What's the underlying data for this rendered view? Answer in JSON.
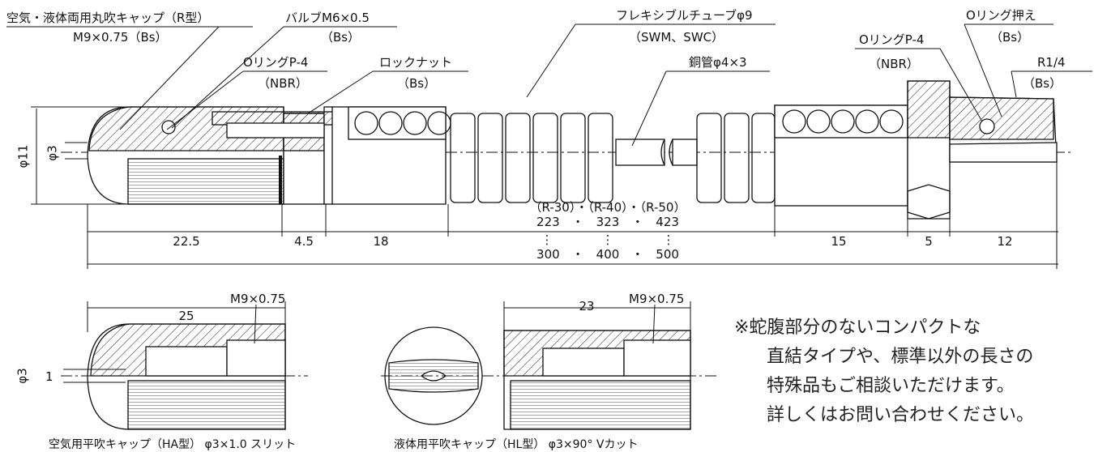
{
  "labels": {
    "air_liquid_cap": "空気・液体両用丸吹キャップ（R型）",
    "air_liquid_cap_spec": "M9×0.75（Bs）",
    "valve": "バルブM6×0.5",
    "valve_mat": "（Bs）",
    "oring_left": "OリングP-4",
    "oring_left_mat": "（NBR）",
    "locknut": "ロックナット",
    "locknut_mat": "（Bs）",
    "flex_tube": "フレキシブルチューブφ9",
    "flex_tube_mat": "（SWM、SWC）",
    "copper_pipe": "銅管φ4×3",
    "oring_right": "OリングP-4",
    "oring_right_mat": "（NBR）",
    "oring_retainer": "Oリング押え",
    "oring_retainer_mat": "（Bs）",
    "thread": "R1/4",
    "thread_mat": "（Bs）"
  },
  "dimensions": {
    "d11": "φ11",
    "d3": "φ3",
    "d22_5": "22.5",
    "d4_5": "4.5",
    "d18": "18",
    "r_models": "（R-30）・（R-40）・（R-50）",
    "lengths_min": "223　・　323　・　423",
    "dots": "⋮　　　　⋮　　　　⋮",
    "lengths_max": "300　・　400　・　500",
    "d15": "15",
    "d5": "5",
    "d12": "12"
  },
  "ha_cap": {
    "length": "25",
    "thread": "M9×0.75",
    "d3": "φ3",
    "slit": "1",
    "caption": "空気用平吹キャップ（HA型） φ3×1.0 スリット"
  },
  "hl_cap": {
    "length": "23",
    "thread": "M9×0.75",
    "caption": "液体用平吹キャップ（HL型） φ3×90° Vカット"
  },
  "note": {
    "line1": "※蛇腹部分のないコンパクトな",
    "line2": "直結タイプや、標準以外の長さの",
    "line3": "特殊品もご相談いただけます。",
    "line4": "詳しくはお問い合わせください。"
  }
}
